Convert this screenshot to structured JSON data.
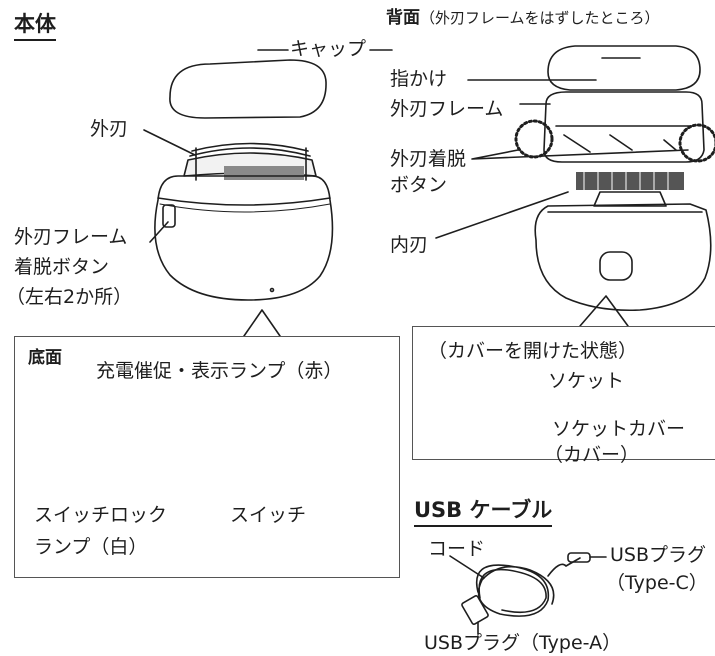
{
  "main": {
    "title": "本体",
    "cap": "キャップ",
    "outer_blade": "外刃",
    "frame_button_1": "外刃フレーム",
    "frame_button_2": "着脱ボタン",
    "frame_button_3": "（左右2か所）"
  },
  "back": {
    "title": "背面",
    "note": "（外刃フレームをはずしたところ）",
    "finger_grip": "指かけ",
    "outer_frame": "外刃フレーム",
    "release_button_1": "外刃着脱",
    "release_button_2": "ボタン",
    "inner_blade": "内刃"
  },
  "bottom": {
    "title": "底面",
    "charge_lamp": "充電催促・表示ランプ（赤）",
    "lock_lamp_1": "スイッチロック",
    "lock_lamp_2": "ランプ（白）",
    "switch": "スイッチ"
  },
  "cover_open": {
    "title": "（カバーを開けた状態）",
    "socket": "ソケット",
    "socket_cover_1": "ソケットカバー",
    "socket_cover_2": "（カバー）"
  },
  "usb": {
    "title": "USB ケーブル",
    "cord": "コード",
    "plug_c_1": "USBプラグ",
    "plug_c_2": "（Type-C）",
    "plug_a": "USBプラグ（Type-A）"
  },
  "colors": {
    "line": "#1e1e1e",
    "panel_border": "#555555",
    "halftone": "#8a8a8a"
  }
}
